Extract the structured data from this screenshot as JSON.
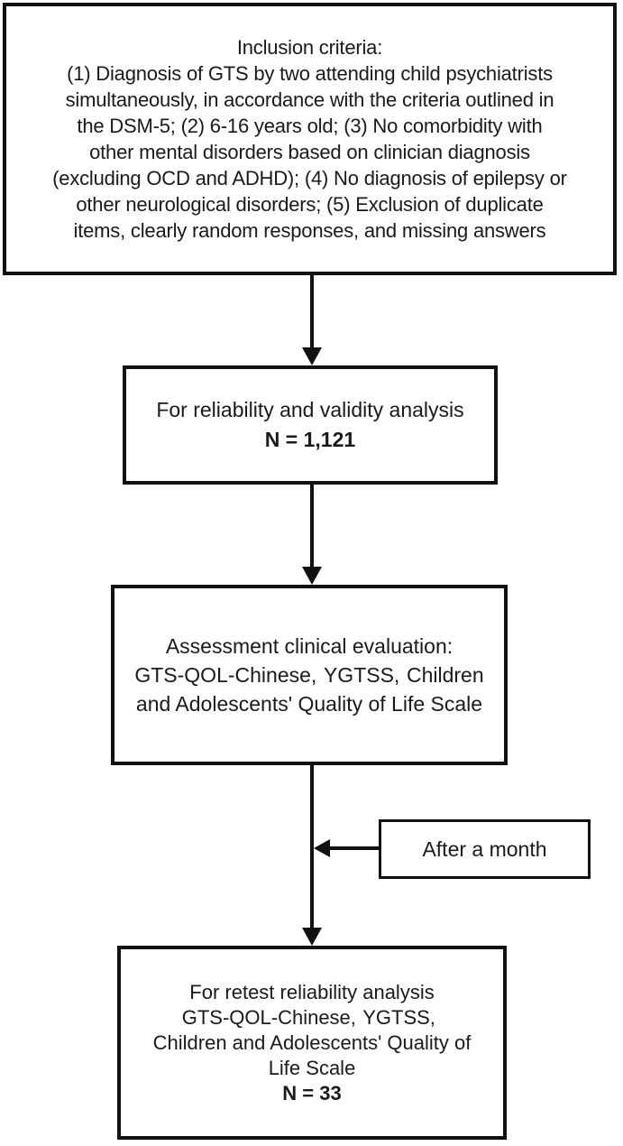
{
  "figure": {
    "type": "study-flowchart",
    "background_color": "#ffffff",
    "line_color": "#111111"
  },
  "boxes": {
    "inclusion": {
      "lines": [
        "Inclusion criteria:",
        "(1) Diagnosis of GTS by two attending child psychiatrists",
        "simultaneously, in accordance with the criteria outlined in",
        "the DSM-5; (2) 6-16 years old; (3) No comorbidity with",
        "other mental disorders based on clinician diagnosis",
        "(excluding OCD and ADHD); (4) No diagnosis of epilepsy or",
        "other neurological disorders; (5) Exclusion of duplicate",
        "items, clearly random responses, and missing answers"
      ]
    },
    "reliability": {
      "line1": "For reliability and validity analysis",
      "n_value": "N = 1,121"
    },
    "assessment": {
      "lines": [
        "Assessment clinical evaluation:",
        "GTS-QOL-Chinese、YGTSS、Children",
        "and Adolescents' Quality of Life Scale"
      ]
    },
    "after_month": {
      "label": "After a month"
    },
    "retest": {
      "lines": [
        "For retest reliability analysis",
        "GTS-QOL-Chinese、YGTSS、",
        "Children and Adolescents' Quality of",
        "Life Scale"
      ],
      "n_value": "N = 33"
    }
  }
}
